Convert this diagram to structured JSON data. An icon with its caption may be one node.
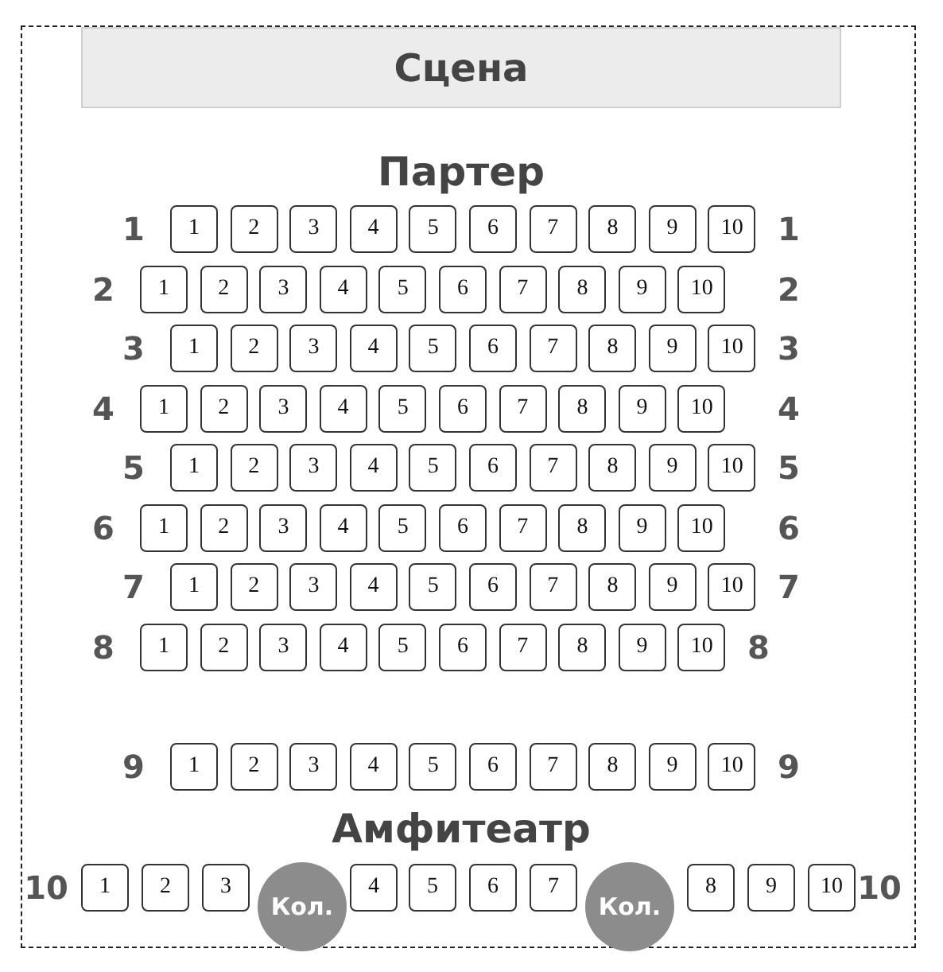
{
  "diagram": {
    "nodes": [
      {
        "text": [
          "Сцена"
        ]
      },
      {
        "text": [
          "1"
        ]
      },
      {
        "text": [
          "2"
        ]
      },
      {
        "text": [
          "3"
        ]
      },
      {
        "text": [
          "4"
        ]
      },
      {
        "text": [
          "5"
        ]
      },
      {
        "text": [
          "6"
        ]
      },
      {
        "text": [
          "7"
        ]
      },
      {
        "text": [
          "8"
        ]
      },
      {
        "text": [
          "9"
        ]
      },
      {
        "text": [
          "10"
        ]
      },
      {
        "text": [
          "1"
        ]
      },
      {
        "text": [
          "2"
        ]
      },
      {
        "text": [
          "3"
        ]
      },
      {
        "text": [
          "4"
        ]
      },
      {
        "text": [
          "5"
        ]
      },
      {
        "text": [
          "6"
        ]
      },
      {
        "text": [
          "7"
        ]
      },
      {
        "text": [
          "8"
        ]
      },
      {
        "text": [
          "9"
        ]
      },
      {
        "text": [
          "10"
        ]
      },
      {
        "text": [
          "1"
        ]
      },
      {
        "text": [
          "2"
        ]
      },
      {
        "text": [
          "3"
        ]
      },
      {
        "text": [
          "4"
        ]
      },
      {
        "text": [
          "5"
        ]
      },
      {
        "text": [
          "6"
        ]
      },
      {
        "text": [
          "7"
        ]
      },
      {
        "text": [
          "8"
        ]
      },
      {
        "text": [
          "9"
        ]
      },
      {
        "text": [
          "10"
        ]
      },
      {
        "text": [
          "1"
        ]
      },
      {
        "text": [
          "2"
        ]
      },
      {
        "text": [
          "3"
        ]
      },
      {
        "text": [
          "4"
        ]
      },
      {
        "text": [
          "5"
        ]
      },
      {
        "text": [
          "6"
        ]
      },
      {
        "text": [
          "7"
        ]
      },
      {
        "text": [
          "8"
        ]
      },
      {
        "text": [
          "9"
        ]
      },
      {
        "text": [
          "10"
        ]
      },
      {
        "text": [
          "1"
        ]
      },
      {
        "text": [
          "2"
        ]
      },
      {
        "text": [
          "3"
        ]
      },
      {
        "text": [
          "4"
        ]
      },
      {
        "text": [
          "5"
        ]
      },
      {
        "text": [
          "6"
        ]
      },
      {
        "text": [
          "7"
        ]
      },
      {
        "text": [
          "8"
        ]
      },
      {
        "text": [
          "9"
        ]
      },
      {
        "text": [
          "10"
        ]
      },
      {
        "text": [
          "1"
        ]
      },
      {
        "text": [
          "2"
        ]
      },
      {
        "text": [
          "3"
        ]
      },
      {
        "text": [
          "4"
        ]
      },
      {
        "text": [
          "5"
        ]
      },
      {
        "text": [
          "6"
        ]
      },
      {
        "text": [
          "7"
        ]
      },
      {
        "text": [
          "8"
        ]
      },
      {
        "text": [
          "9"
        ]
      },
      {
        "text": [
          "10"
        ]
      },
      {
        "text": [
          "1"
        ]
      },
      {
        "text": [
          "2"
        ]
      },
      {
        "text": [
          "3"
        ]
      },
      {
        "text": [
          "4"
        ]
      },
      {
        "text": [
          "5"
        ]
      },
      {
        "text": [
          "6"
        ]
      },
      {
        "text": [
          "7"
        ]
      },
      {
        "text": [
          "8"
        ]
      },
      {
        "text": [
          "9"
        ]
      },
      {
        "text": [
          "10"
        ]
      },
      {
        "text": [
          "1"
        ]
      },
      {
        "text": [
          "2"
        ]
      },
      {
        "text": [
          "3"
        ]
      },
      {
        "text": [
          "4"
        ]
      },
      {
        "text": [
          "5"
        ]
      },
      {
        "text": [
          "6"
        ]
      },
      {
        "text": [
          "7"
        ]
      },
      {
        "text": [
          "8"
        ]
      },
      {
        "text": [
          "9"
        ]
      },
      {
        "text": [
          "10"
        ]
      },
      {
        "text": [
          "1"
        ]
      },
      {
        "text": [
          "2"
        ]
      },
      {
        "text": [
          "3"
        ]
      },
      {
        "text": [
          "4"
        ]
      },
      {
        "text": [
          "5"
        ]
      },
      {
        "text": [
          "6"
        ]
      },
      {
        "text": [
          "7"
        ]
      },
      {
        "text": [
          "8"
        ]
      },
      {
        "text": [
          "9"
        ]
      },
      {
        "text": [
          "10"
        ]
      },
      {
        "text": [
          "1"
        ]
      },
      {
        "text": [
          "2"
        ]
      },
      {
        "text": [
          "3"
        ]
      },
      {
        "text": [
          "Кол."
        ]
      },
      {
        "text": [
          "4"
        ]
      },
      {
        "text": [
          "5"
        ]
      },
      {
        "text": [
          "6"
        ]
      },
      {
        "text": [
          "7"
        ]
      },
      {
        "text": [
          "Кол."
        ]
      },
      {
        "text": [
          "8"
        ]
      },
      {
        "text": [
          "9"
        ]
      },
      {
        "text": [
          "10"
        ]
      }
    ],
    "labels": [
      "Партер",
      "1",
      "1",
      "2",
      "2",
      "3",
      "3",
      "4",
      "4",
      "5",
      "5",
      "6",
      "6",
      "7",
      "7",
      "8",
      "8",
      "9",
      "9",
      "Амфитеатр",
      "10",
      "10"
    ]
  }
}
